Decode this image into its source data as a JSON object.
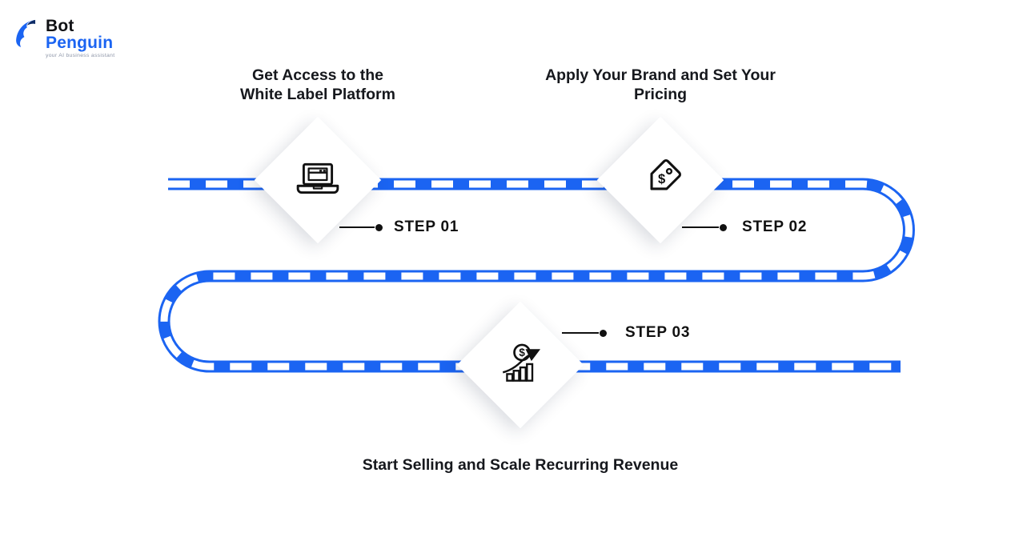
{
  "colors": {
    "road_blue": "#1b64f2",
    "logo_blue": "#1b64f2",
    "logo_dark": "#0d2b66",
    "ink": "#111111"
  },
  "logo": {
    "icon": "penguin-icon",
    "name_top": "Bot",
    "name_bottom": "Penguin",
    "tagline": "your AI business assistant"
  },
  "glyphs": {
    "dollar": "$"
  },
  "steps": [
    {
      "label": "STEP 01",
      "title_lines": [
        "Get Access to the",
        "White Label Platform"
      ],
      "icon": "laptop-icon"
    },
    {
      "label": "STEP 02",
      "title_lines": [
        "Apply Your Brand and Set Your",
        "Pricing"
      ],
      "icon": "price-tag-icon"
    },
    {
      "label": "STEP 03",
      "title_lines": [
        "Start Selling and Scale Recurring Revenue"
      ],
      "icon": "revenue-growth-icon"
    }
  ]
}
